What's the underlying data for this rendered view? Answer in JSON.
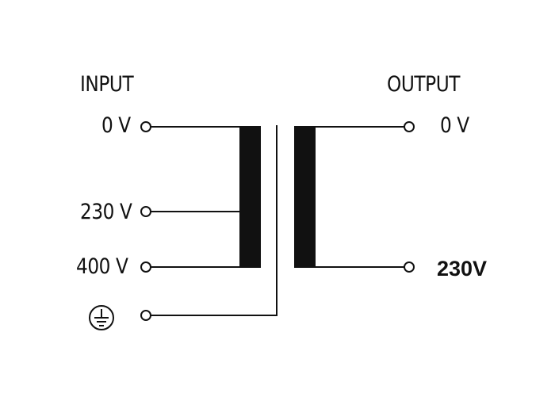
{
  "input": {
    "heading": "INPUT",
    "terminals": [
      "0 V",
      "230 V",
      "400 V"
    ]
  },
  "output": {
    "heading": "OUTPUT",
    "terminals": [
      "0 V",
      "230V"
    ]
  },
  "ground_icon": "protective-earth-icon",
  "colors": {
    "line": "#111111",
    "core": "#111111",
    "background": "#ffffff"
  }
}
